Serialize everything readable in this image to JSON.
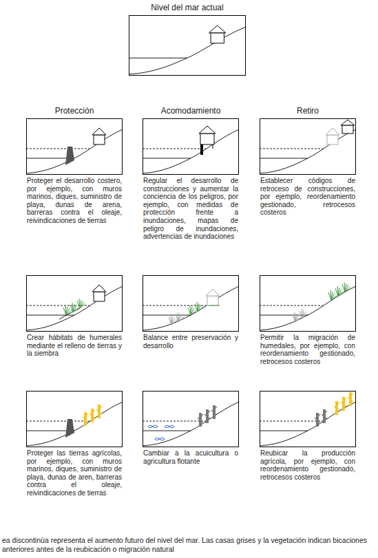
{
  "diagram": {
    "caption": "ea discontinúa representa el aumento futuro del nivel del mar. Las casas grises y la vegetación indican bicaciones anteriores antes de la reubicación o migración natural",
    "nodes": [
      {
        "text": [
          "Nivel del mar actual"
        ]
      },
      {
        "text": [
          "Protección",
          "Proteger el desarrollo costero, por ejemplo, con muros marinos, diques, suministro de playa, dunas de arena, barreras contra el oleaje, reivindicaciones de tierras"
        ]
      },
      {
        "text": [
          "Acomodamiento",
          "Regular el desarrollo de construcciones y aumentar la conciencia de los peligros, por ejemplo, con medidas de protección frente a inundaciones, mapas de peligro de inundaciones, advertencias de inundaciones"
        ]
      },
      {
        "text": [
          "Retiro",
          "Establecer códigos de retroceso de construcciones, por ejemplo, reordenamiento gestionado, retrocesos costeros"
        ]
      },
      {
        "text": [
          "Crear hábitats de humerales mediante el relleno de tierras y la siembra"
        ]
      },
      {
        "text": [
          "Balance entre preservación y desarrollo"
        ]
      },
      {
        "text": [
          "Permitir la migración de humedales, por ejemplo, con reordenamiento gestionado, retrocesos costeros"
        ]
      },
      {
        "text": [
          "Proteger las tierras agrícolas, por ejemplo, con muros marinos, diques, suministro de playa, dunas de aren, barreras contra el oleaje, reivindicaciones de tierras"
        ]
      },
      {
        "text": [
          "Cambiar a la acuicultura o agricultura flotante"
        ]
      },
      {
        "text": [
          "Reubicar la producción agrícola, por ejemplo, con reordenamiento gestionado, retrocesos costeros"
        ]
      }
    ]
  }
}
